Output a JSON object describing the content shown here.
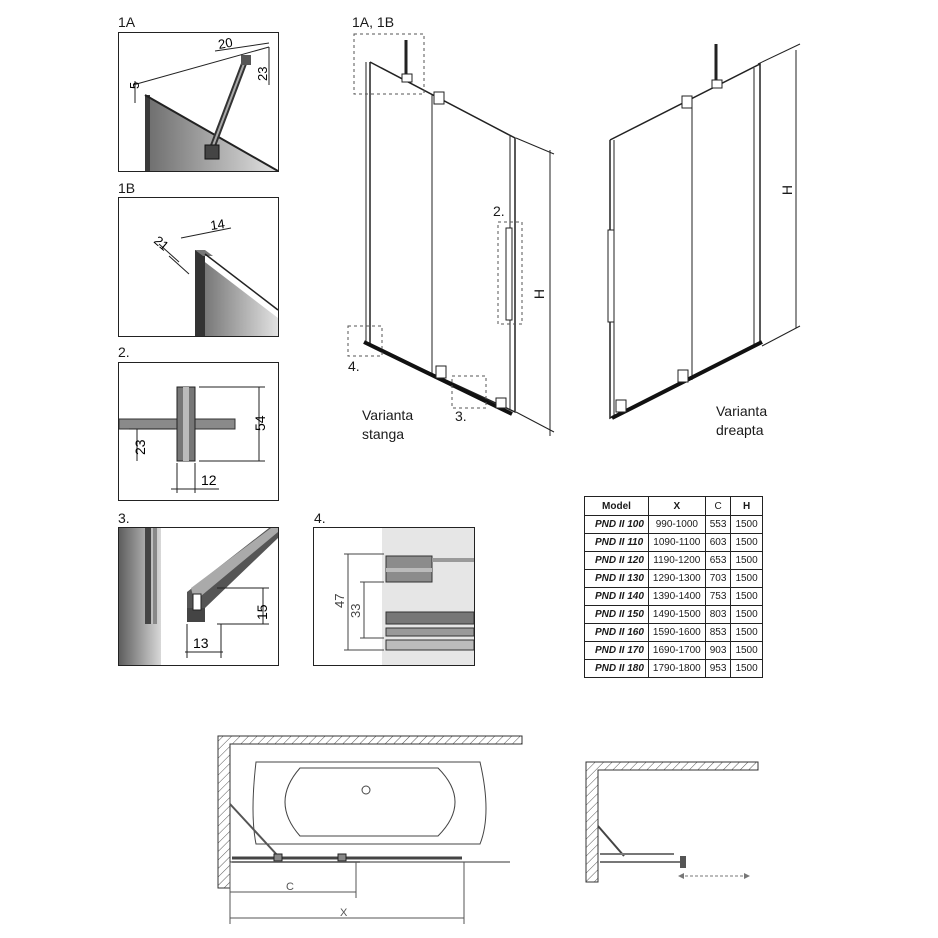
{
  "labels": {
    "detail_1a": "1A",
    "detail_1b": "1B",
    "detail_2": "2.",
    "detail_3": "3.",
    "detail_4": "4.",
    "callout_1a_1b": "1A, 1B",
    "callout_2": "2.",
    "callout_3": "3.",
    "callout_4": "4.",
    "height_left": "H",
    "height_right": "H"
  },
  "captions": {
    "left_line1": "Varianta",
    "left_line2": "stanga",
    "right_line1": "Varianta",
    "right_line2": "dreapta"
  },
  "dimensions": {
    "d1a_a": "20",
    "d1a_b": "23",
    "d1a_c": "5",
    "d1b_a": "14",
    "d1b_b": "21",
    "d2_a": "54",
    "d2_b": "23",
    "d2_c": "12",
    "d3_a": "15",
    "d3_b": "13",
    "d4_a": "47",
    "d4_b": "33"
  },
  "table": {
    "headers": [
      "Model",
      "X",
      "C",
      "H"
    ],
    "rows": [
      [
        "PND II 100",
        "990-1000",
        "553",
        "1500"
      ],
      [
        "PND II 110",
        "1090-1100",
        "603",
        "1500"
      ],
      [
        "PND II 120",
        "1190-1200",
        "653",
        "1500"
      ],
      [
        "PND II 130",
        "1290-1300",
        "703",
        "1500"
      ],
      [
        "PND II 140",
        "1390-1400",
        "753",
        "1500"
      ],
      [
        "PND II 150",
        "1490-1500",
        "803",
        "1500"
      ],
      [
        "PND II 160",
        "1590-1600",
        "853",
        "1500"
      ],
      [
        "PND II 170",
        "1690-1700",
        "903",
        "1500"
      ],
      [
        "PND II 180",
        "1790-1800",
        "953",
        "1500"
      ]
    ]
  },
  "plan": {
    "label_c": "C",
    "label_x": "X"
  }
}
